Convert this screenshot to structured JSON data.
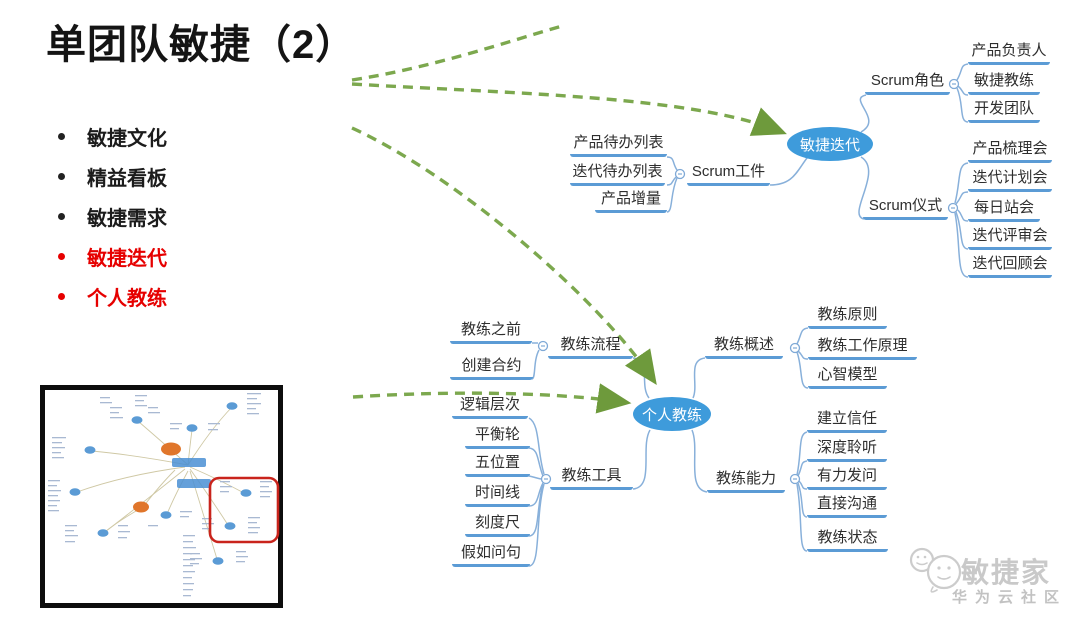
{
  "slide": {
    "title": "单团队敏捷（2）"
  },
  "bullets": [
    {
      "label": "敏捷文化",
      "highlighted": false
    },
    {
      "label": "精益看板",
      "highlighted": false
    },
    {
      "label": "敏捷需求",
      "highlighted": false
    },
    {
      "label": "敏捷迭代",
      "highlighted": true
    },
    {
      "label": "个人教练",
      "highlighted": true
    }
  ],
  "mindmap": {
    "iteration": {
      "center": "敏捷迭代",
      "branches": [
        {
          "label": "Scrum角色",
          "children": [
            "产品负责人",
            "敏捷教练",
            "开发团队"
          ]
        },
        {
          "label": "Scrum仪式",
          "children": [
            "产品梳理会",
            "迭代计划会",
            "每日站会",
            "迭代评审会",
            "迭代回顾会"
          ]
        },
        {
          "label": "Scrum工件",
          "children": [
            "产品待办列表",
            "迭代待办列表",
            "产品增量"
          ]
        }
      ]
    },
    "coaching": {
      "center": "个人教练",
      "branches": [
        {
          "label": "教练流程",
          "children": [
            "教练之前",
            "创建合约"
          ]
        },
        {
          "label": "教练概述",
          "children": [
            "教练原则",
            "教练工作原理",
            "心智模型"
          ]
        },
        {
          "label": "教练工具",
          "children": [
            "逻辑层次",
            "平衡轮",
            "五位置",
            "时间线",
            "刻度尺",
            "假如问句"
          ]
        },
        {
          "label": "教练能力",
          "children": [
            "建立信任",
            "深度聆听",
            "有力发问",
            "直接沟通",
            "教练状态"
          ]
        }
      ]
    }
  },
  "watermark": {
    "brand": "敏捷家",
    "community": "华为云社区"
  },
  "colors": {
    "center_node_blue": "#3e9bdb",
    "branch_line_blue": "#5b9bd5",
    "arrow_green": "#7ca84e",
    "highlight_text_red": "#e60000",
    "thumbnail_highlight_red": "#c9241c"
  }
}
